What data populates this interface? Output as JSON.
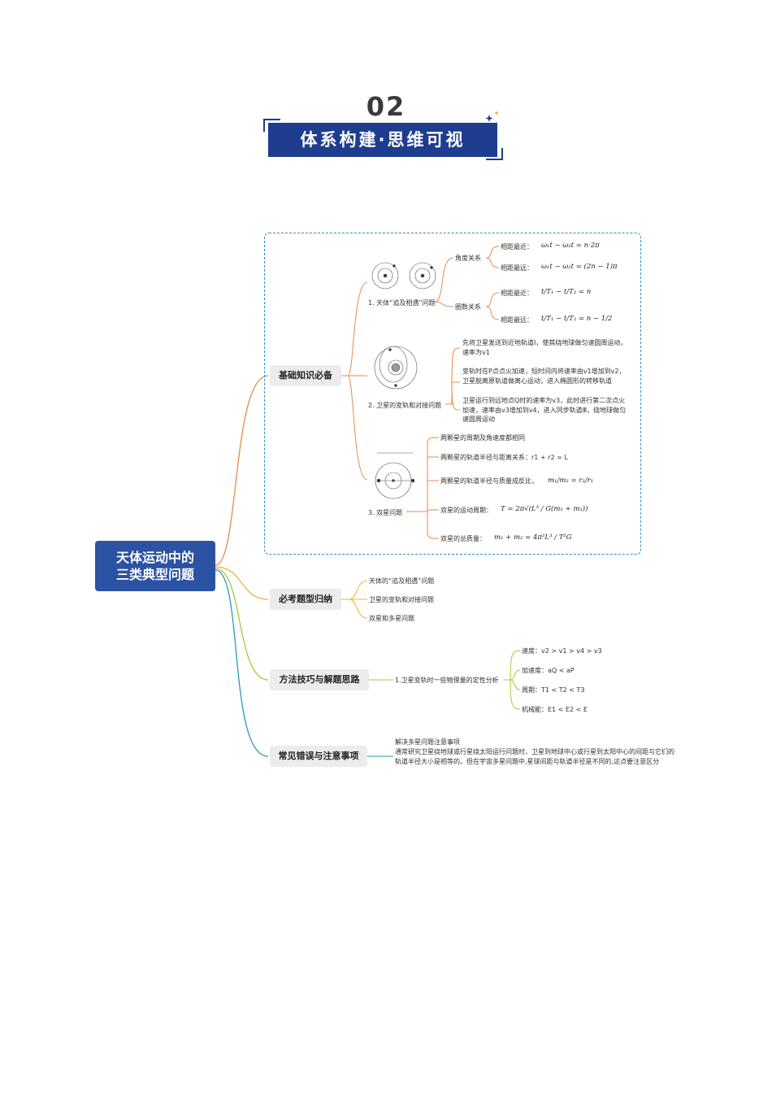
{
  "header": {
    "section_number": "02",
    "title": "体系构建·思维可视"
  },
  "root": {
    "line1": "天体运动中的",
    "line2": "三类典型问题"
  },
  "branches": {
    "basics": {
      "label": "基础知识必备",
      "chase": {
        "label": "1. 天体“追及相遇”问题",
        "angle_label": "角度关系",
        "angle_nearest": "相距最近：",
        "angle_nearest_formula": "ω₁t − ω₂t = n·2π",
        "angle_farthest": "相距最远：",
        "angle_farthest_formula": "ω₁t − ω₂t = (2n − 1)π",
        "circle_label": "圈数关系",
        "circle_nearest": "相距最近：",
        "circle_nearest_formula": "t/T₁ − t/T₂ = n",
        "circle_farthest": "相距最远：",
        "circle_farthest_formula": "t/T₁ − t/T₂ = n − 1/2"
      },
      "transfer": {
        "label": "2. 卫星的变轨和对接问题",
        "items": [
          "先将卫星发送到近地轨道Ⅰ，使其绕地球做匀速圆周运动，速率为v1",
          "变轨时在P点点火加速，短时间内将速率由v1增加到v2，卫星脱离原轨道做离心运动，进入椭圆形的转移轨道",
          "卫星运行到远地点Q时的速率为v3，此时进行第二次点火加速，速率由v3增加到v4，进入同步轨道Ⅲ，绕地球做匀速圆周运动"
        ]
      },
      "binary": {
        "label": "3. 双星问题",
        "items": [
          "两颗星的周期及角速度都相同",
          "两颗星的轨道半径与距离关系：r1 + r2 = L",
          "两颗星的轨道半径与质量成反比，",
          "双星的运动周期：",
          "双星的总质量："
        ],
        "formula_ratio": "m₁/m₂ = r₂/r₁",
        "formula_period": "T = 2π√(L³ / G(m₁ + m₂))",
        "formula_mass": "m₁ + m₂ = 4π²L³ / T²G"
      }
    },
    "must": {
      "label": "必考题型归纳",
      "items": [
        "天体的“追及相遇”问题",
        "卫星的变轨和对接问题",
        "双星和多星问题"
      ]
    },
    "method": {
      "label": "方法技巧与解题思路",
      "sub": "1.卫星变轨时一些物理量的定性分析",
      "items": [
        "速度：v2 > v1 > v4 > v3",
        "加速度：aQ < aP",
        "周期：T1 < T2 < T3",
        "机械能：E1 < E2 < E"
      ]
    },
    "errors": {
      "label": "常见错误与注意事项",
      "title": "解决多星问题注意事项",
      "text": "通常研究卫星绕地球或行星绕太阳运行问题时，卫星到地球中心或行星到太阳中心的间距与它们的轨道半径大小是相等的。但在宇宙多星问题中,星球间距与轨道半径是不同的,这点要注意区分"
    }
  },
  "colors": {
    "title_bg": "#1e3d8f",
    "root_bg": "#2b52a3",
    "branch_orange": "#e8894a",
    "branch_amber": "#f2b134",
    "branch_green": "#a8c83a",
    "branch_teal": "#2a9bb7",
    "dash_border": "#2f8fc4"
  },
  "icons": [
    "sparkle-icon",
    "orbit-illustration",
    "transfer-orbit-illustration",
    "binary-star-illustration"
  ]
}
